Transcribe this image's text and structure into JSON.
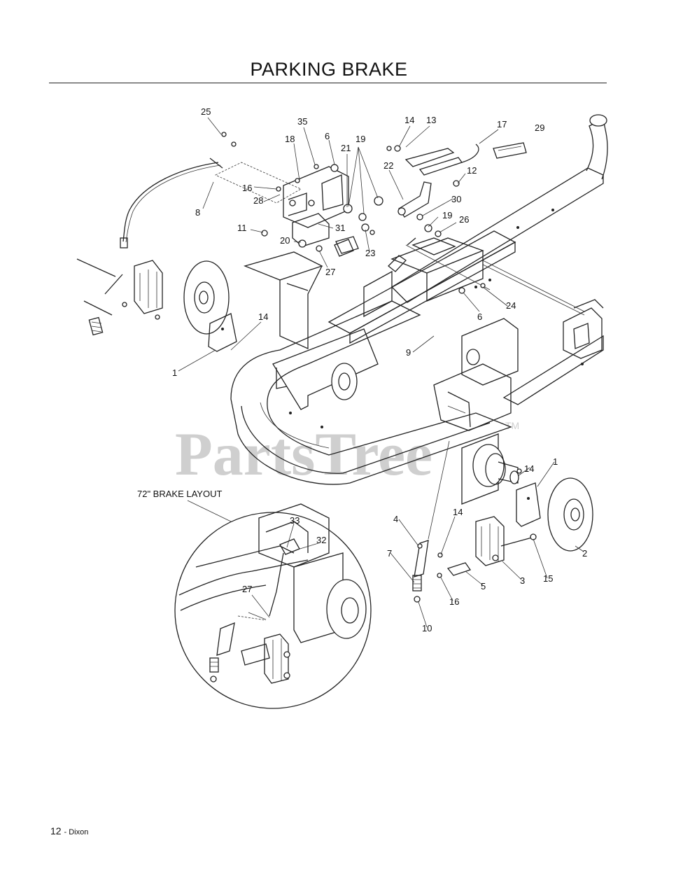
{
  "page": {
    "title": "PARKING BRAKE",
    "watermark": "PartsTree",
    "watermark_tm": "TM",
    "footer_page": "12",
    "footer_brand": "- Dixon"
  },
  "inset": {
    "label": "72\" BRAKE LAYOUT"
  },
  "callouts": {
    "c1a": "1",
    "c1b": "1",
    "c2": "2",
    "c3": "3",
    "c4": "4",
    "c5": "5",
    "c6a": "6",
    "c6b": "6",
    "c7": "7",
    "c8": "8",
    "c9": "9",
    "c10": "10",
    "c11": "11",
    "c12": "12",
    "c13": "13",
    "c14a": "14",
    "c14b": "14",
    "c14c": "14",
    "c14d": "14",
    "c15": "15",
    "c16a": "16",
    "c16b": "16",
    "c17": "17",
    "c18": "18",
    "c19a": "19",
    "c19b": "19",
    "c20": "20",
    "c21": "21",
    "c22": "22",
    "c23": "23",
    "c24": "24",
    "c25": "25",
    "c26": "26",
    "c27a": "27",
    "c27b": "27",
    "c28": "28",
    "c29": "29",
    "c30": "30",
    "c31": "31",
    "c32": "32",
    "c33": "33",
    "c35": "35"
  }
}
